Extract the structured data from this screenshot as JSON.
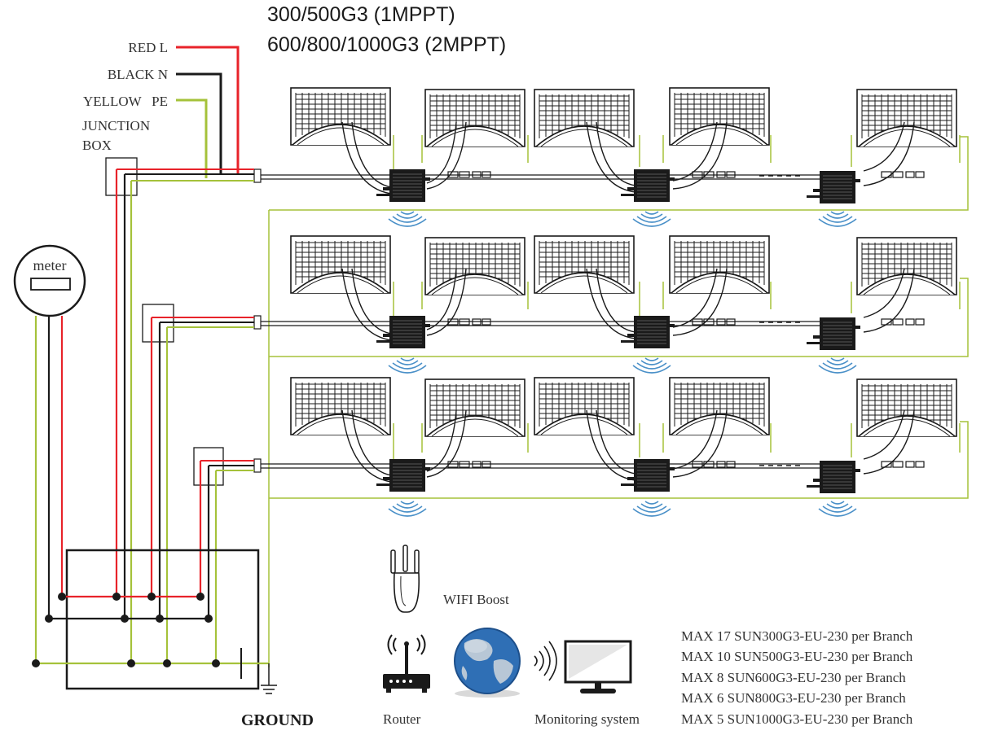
{
  "title": {
    "line1": "300/500G3 (1MPPT)",
    "line2": "600/800/1000G3 (2MPPT)"
  },
  "wire_legend": [
    {
      "label": "RED L",
      "color": "#e8232a"
    },
    {
      "label": "BLACK N",
      "color": "#1a1a1a"
    },
    {
      "label": "YELLOW   PE",
      "color": "#a5c23a"
    }
  ],
  "junction_box_label": {
    "line1": "JUNCTION",
    "line2": "BOX"
  },
  "meter_label": "meter",
  "ground_label": "GROUND",
  "wifi_boost_label": "WIFI Boost",
  "router_label": "Router",
  "monitoring_label": "Monitoring system",
  "branch_limits": [
    "MAX 17 SUN300G3-EU-230 per Branch",
    "MAX 10 SUN500G3-EU-230 per Branch",
    "MAX 8 SUN600G3-EU-230 per Branch",
    "MAX 6 SUN800G3-EU-230 per Branch",
    "MAX 5 SUN1000G3-EU-230 per Branch"
  ],
  "colors": {
    "red": "#e8232a",
    "black": "#1a1a1a",
    "yellow": "#a5c23a",
    "wifi": "#4a90c8",
    "globe": "#2f6fb5"
  },
  "icons": [
    "solar-panel-icon",
    "micro-inverter-icon",
    "wifi-signal-icon",
    "router-icon",
    "globe-icon",
    "monitor-icon",
    "wifi-booster-icon",
    "ground-icon",
    "meter-icon"
  ]
}
